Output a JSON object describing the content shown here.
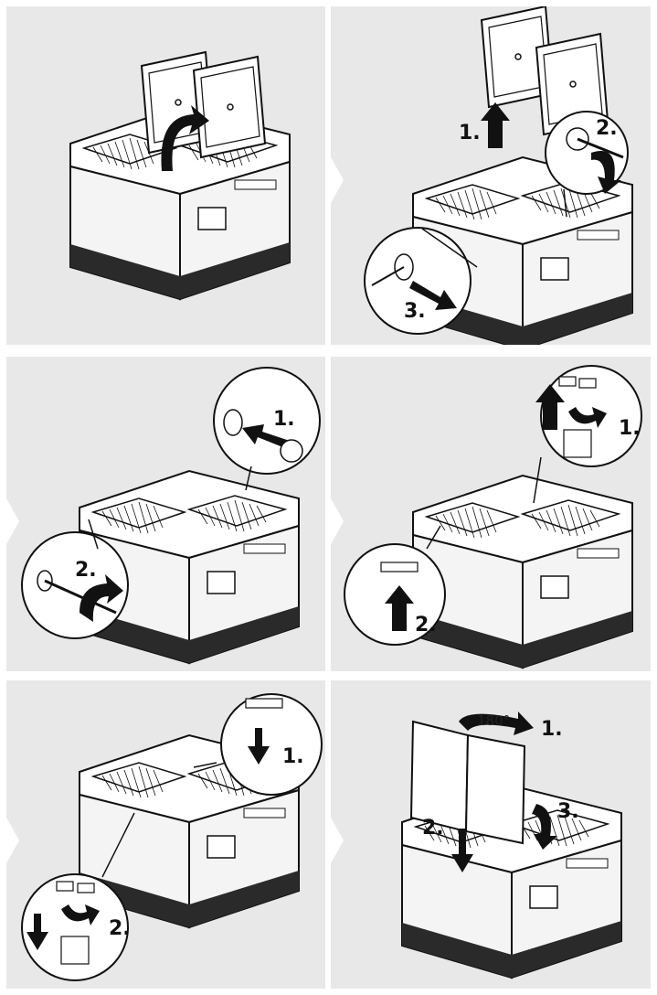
{
  "panels": [
    {
      "id": "p1",
      "labels": []
    },
    {
      "id": "p2",
      "labels": [
        "1.",
        "2.",
        "3."
      ]
    },
    {
      "id": "p3",
      "labels": [
        "1.",
        "2."
      ]
    },
    {
      "id": "p4",
      "labels": [
        "1.",
        "2."
      ]
    },
    {
      "id": "p5",
      "labels": [
        "1.",
        "2."
      ]
    },
    {
      "id": "p6",
      "labels": [
        "1.",
        "2.",
        "3."
      ],
      "rotation": "180°"
    }
  ],
  "colors": {
    "background": "#e8e8e8",
    "line": "#111111",
    "fill": "#ffffff",
    "dark": "#2a2a2a"
  }
}
